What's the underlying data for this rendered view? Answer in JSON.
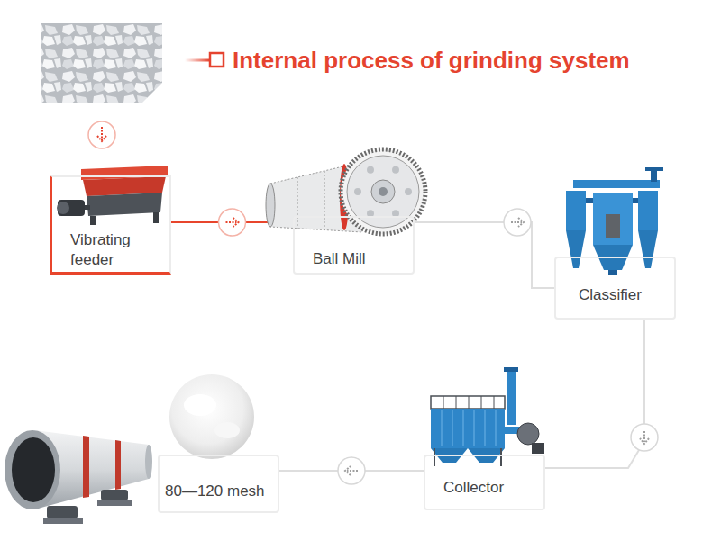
{
  "diagram": {
    "title": "Internal process of grinding system",
    "nodes": [
      {
        "text": [
          "Vibrating feeder"
        ]
      },
      {
        "text": [
          "Ball Mill"
        ]
      },
      {
        "text": [
          "Classifier"
        ]
      },
      {
        "text": [
          "Collector"
        ]
      },
      {
        "text": [
          "80—120 mesh"
        ]
      }
    ],
    "edges": [
      {
        "from": 0,
        "to": 1,
        "arrow": "to"
      },
      {
        "from": 1,
        "to": 2,
        "arrow": "to"
      },
      {
        "from": 2,
        "to": 3,
        "arrow": "to"
      },
      {
        "from": 3,
        "to": 4,
        "arrow": "to"
      }
    ]
  }
}
